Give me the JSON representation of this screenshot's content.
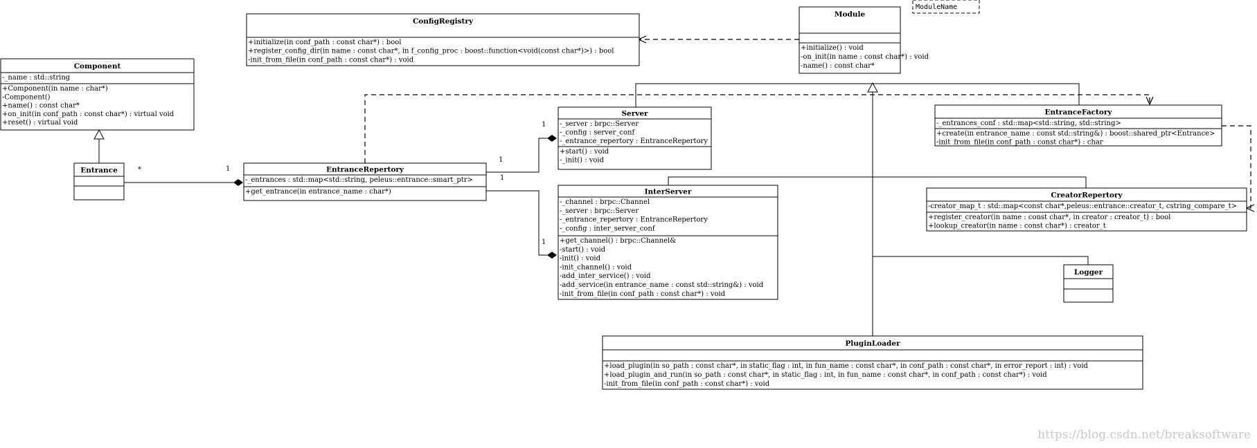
{
  "classes": {
    "component": {
      "name": "Component",
      "attributes": [
        "-_name : std::string"
      ],
      "operations": [
        "+Component(in name : char*)",
        "-Component()",
        "+name() : const char*",
        "+on_init(in conf_path : const char*) : virtual void",
        "+reset() : virtual void"
      ]
    },
    "entrance": {
      "name": "Entrance",
      "attributes": [],
      "operations": []
    },
    "config_registry": {
      "name": "ConfigRegistry",
      "attributes": [],
      "operations": [
        "+initialize(in conf_path : const char*) : bool",
        "+register_config_dir(in name : const char*, in f_config_proc : boost::function<void(const char*)>) : bool",
        "-init_from_file(in conf_path : const char*) : void"
      ]
    },
    "module": {
      "name": "Module",
      "template_param": "ModuleName",
      "attributes": [],
      "operations": [
        "+initialize() : void",
        "-on_init(in name : const char*) : void",
        "-name() : const char*"
      ]
    },
    "server": {
      "name": "Server",
      "attributes": [
        "-_server : brpc::Server",
        "-_config : server_conf",
        "-_entrance_repertory : EntranceRepertory"
      ],
      "operations": [
        "+start() : void",
        "-_init() : void"
      ]
    },
    "entrance_repertory": {
      "name": "EntranceRepertory",
      "attributes": [
        "-_entrances : std::map<std::string, peleus::entrance::smart_ptr>"
      ],
      "operations": [
        "+get_entrance(in entrance_name : char*)"
      ]
    },
    "entrance_factory": {
      "name": "EntranceFactory",
      "attributes": [
        "-_entrances_conf : std::map<std::string, std::string>"
      ],
      "operations": [
        "+create(in entrance_name : const std::string&) : boost::shared_ptr<Entrance>",
        "-init_from_file(in conf_path : const char*) : char"
      ]
    },
    "inter_server": {
      "name": "InterServer",
      "attributes": [
        "-_channel : brpc::Channel",
        "-_server : brpc::Server",
        "-_entrance_repertory : EntranceRepertory",
        "-_config : inter_server_conf"
      ],
      "operations": [
        "+get_channel() : brpc::Channel&",
        "-start() : void",
        "-init() : void",
        "-init_channel() : void",
        "-add_inter_service() : void",
        "-add_service(in entrance_name : const std::string&) : void",
        "-init_from_file(in conf_path : const char*) : void"
      ]
    },
    "creator_repertory": {
      "name": "CreatorRepertory",
      "attributes": [
        "-creator_map_t : std::map<const char*,peleus::entrance::creator_t, cstring_compare_t>"
      ],
      "operations": [
        "+register_creator(in name : const char*, in creator : creator_t) : bool",
        "+lookup_creator(in name : const char*) : creator_t"
      ]
    },
    "logger": {
      "name": "Logger",
      "attributes": [],
      "operations": []
    },
    "plugin_loader": {
      "name": "PluginLoader",
      "attributes": [],
      "operations": [
        "+load_plugin(in so_path : const char*, in static_flag : int, in fun_name : const char*, in conf_path : const char*, in error_report : int) : void",
        "+load_plugin_and_run(in so_path : const char*, in static_flag : int, in fun_name : const char*, in conf_path : const char*) : void",
        "-init_from_file(in conf_path : const char*) : void"
      ]
    }
  },
  "multiplicities": {
    "entrance_many": "*",
    "entrance_repertory_one": "1",
    "server_one": "1",
    "server_repertory_one": "1",
    "inter_server_one": "1",
    "inter_server_repertory_one": "1"
  },
  "watermark": "https://blog.csdn.net/breaksoftware"
}
